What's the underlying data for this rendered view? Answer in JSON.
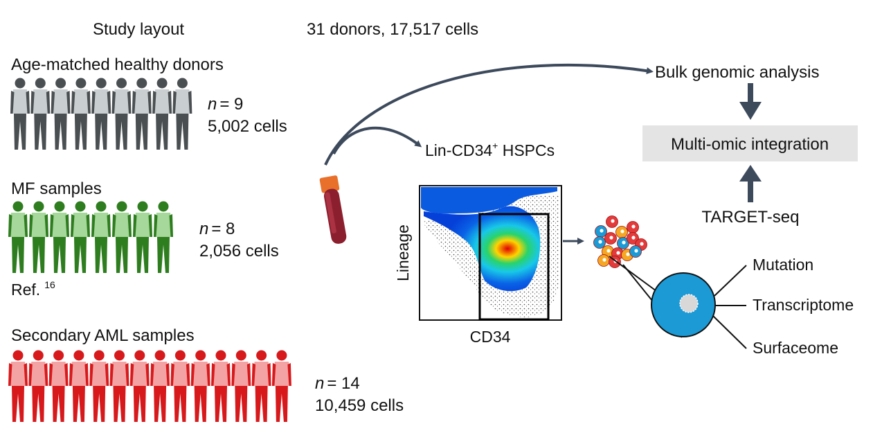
{
  "header": {
    "study_layout": "Study layout",
    "donors_cells": "31 donors, 17,517 cells"
  },
  "groups": [
    {
      "label": "Age-matched healthy donors",
      "n_prefix": "n",
      "n_value": "= 9",
      "cells": "5,002 cells",
      "count": 9,
      "color_light": "#c9ced0",
      "color_dark": "#4a4f52"
    },
    {
      "label": "MF samples",
      "n_prefix": "n",
      "n_value": "= 8",
      "cells": "2,056 cells",
      "ref": "Ref.",
      "ref_num": "16",
      "count": 8,
      "color_light": "#a6d79b",
      "color_dark": "#2e7d1f"
    },
    {
      "label": "Secondary AML samples",
      "n_prefix": "n",
      "n_value": "= 14",
      "cells": "10,459 cells",
      "count": 14,
      "color_light": "#f3a3a3",
      "color_dark": "#d7191c"
    }
  ],
  "flow": {
    "lin_label": "Lin-CD34",
    "lin_sup": "+",
    "lin_suffix": " HSPCs",
    "y_axis": "Lineage",
    "x_axis": "CD34"
  },
  "pipeline": {
    "bulk": "Bulk genomic analysis",
    "integration": "Multi-omic integration",
    "target": "TARGET-seq",
    "arrow_color": "#3d4a5c",
    "box_color": "#e4e4e4"
  },
  "cell_outputs": [
    "Mutation",
    "Transcriptome",
    "Surfaceome"
  ]
}
